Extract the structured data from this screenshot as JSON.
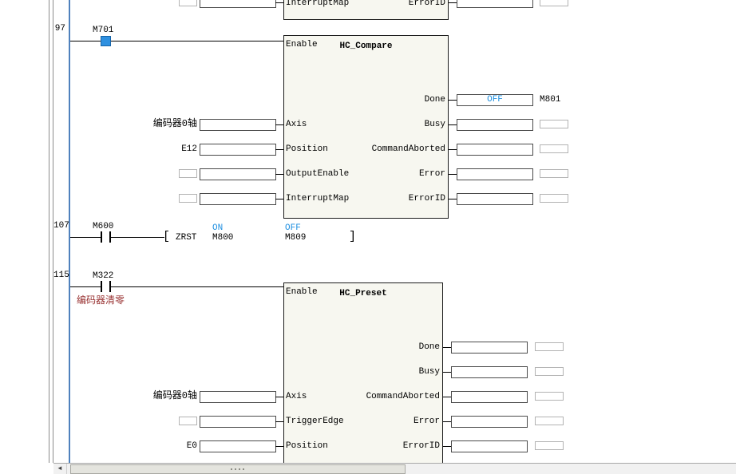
{
  "ladder": {
    "colors": {
      "rail": "#4f81bd",
      "state": "#1e8fe0",
      "comment": "#993333",
      "selected": "#2e90e0",
      "block_fill": "#f7f7f0"
    },
    "top_block": {
      "input_pin": "InterruptMap",
      "output_pin": "ErrorID"
    },
    "compare": {
      "number": "97",
      "contact": "M701",
      "title": "HC_Compare",
      "enable": "Enable",
      "inputs": [
        {
          "pin": "Axis",
          "operand": "编码器0轴"
        },
        {
          "pin": "Position",
          "operand": "E12"
        },
        {
          "pin": "OutputEnable",
          "operand": ""
        },
        {
          "pin": "InterruptMap",
          "operand": ""
        }
      ],
      "outputs": [
        {
          "pin": "Done",
          "value": "OFF",
          "operand": "M801"
        },
        {
          "pin": "Busy",
          "value": "",
          "operand": ""
        },
        {
          "pin": "CommandAborted",
          "value": "",
          "operand": ""
        },
        {
          "pin": "Error",
          "value": "",
          "operand": ""
        },
        {
          "pin": "ErrorID",
          "value": "",
          "operand": ""
        }
      ]
    },
    "zrst": {
      "number": "107",
      "contact": "M600",
      "open_bracket": "[",
      "instruction": "ZRST",
      "operand1_state": "ON",
      "operand1": "M800",
      "operand2_state": "OFF",
      "operand2": "M809",
      "close_bracket": "]"
    },
    "preset": {
      "number": "115",
      "contact": "M322",
      "comment": "编码器清零",
      "title": "HC_Preset",
      "enable": "Enable",
      "inputs": [
        {
          "pin": "Axis",
          "operand": "编码器0轴"
        },
        {
          "pin": "TriggerEdge",
          "operand": ""
        },
        {
          "pin": "Position",
          "operand": "E0"
        }
      ],
      "outputs": [
        {
          "pin": "Done"
        },
        {
          "pin": "Busy"
        },
        {
          "pin": "CommandAborted"
        },
        {
          "pin": "Error"
        },
        {
          "pin": "ErrorID"
        }
      ]
    },
    "scrollbar": {
      "left_arrow": "◄"
    }
  }
}
